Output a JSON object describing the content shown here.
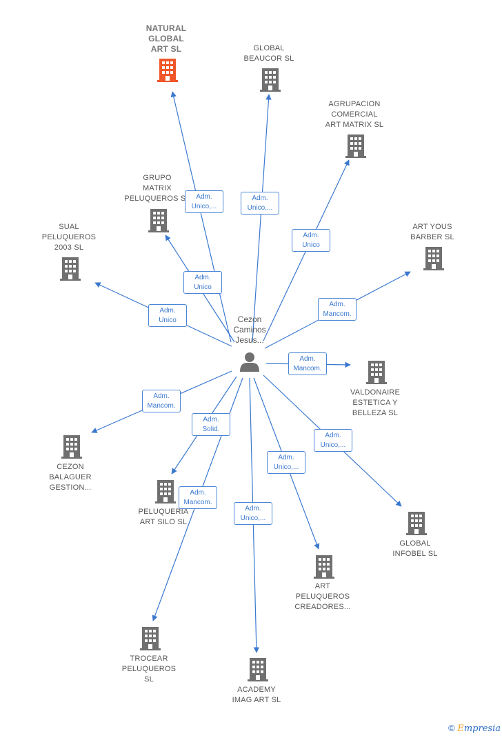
{
  "colors": {
    "edge": "#3a78cf",
    "company": "#707070",
    "main_company": "#f0572a",
    "person": "#707070"
  },
  "center": {
    "name": "Cezon\nCaminos\nJesus...",
    "icon": "person-icon"
  },
  "nodes": [
    {
      "id": "natural-global",
      "label": "NATURAL\nGLOBAL\nART  SL",
      "main": true,
      "icon": "building-icon"
    },
    {
      "id": "global-beaucor",
      "label": "GLOBAL\nBEAUCOR  SL",
      "icon": "building-icon"
    },
    {
      "id": "agrupacion",
      "label": "AGRUPACION\nCOMERCIAL\nART MATRIX SL",
      "icon": "building-icon"
    },
    {
      "id": "grupo-matrix",
      "label": "GRUPO\nMATRIX\nPELUQUEROS SL",
      "icon": "building-icon"
    },
    {
      "id": "sual",
      "label": "SUAL\nPELUQUEROS\n2003 SL",
      "icon": "building-icon"
    },
    {
      "id": "art-yous",
      "label": "ART YOUS\nBARBER  SL",
      "icon": "building-icon"
    },
    {
      "id": "valdonaire",
      "label": "VALDONAIRE\nESTETICA Y\nBELLEZA  SL",
      "icon": "building-icon"
    },
    {
      "id": "cezon-balaguer",
      "label": "CEZON\nBALAGUER\nGESTION...",
      "icon": "building-icon"
    },
    {
      "id": "peluqueria-art-silo",
      "label": "PELUQUERIA\nART SILO  SL",
      "icon": "building-icon"
    },
    {
      "id": "global-infobel",
      "label": "GLOBAL\nINFOBEL  SL",
      "icon": "building-icon"
    },
    {
      "id": "art-peluqueros",
      "label": "ART\nPELUQUEROS\nCREADORES...",
      "icon": "building-icon"
    },
    {
      "id": "trocear",
      "label": "TROCEAR\nPELUQUEROS\nSL",
      "icon": "building-icon"
    },
    {
      "id": "academy",
      "label": "ACADEMY\nIMAG ART  SL",
      "icon": "building-icon"
    }
  ],
  "roles": [
    {
      "to": "natural-global",
      "text": "Adm.\nUnico,..."
    },
    {
      "to": "global-beaucor",
      "text": "Adm.\nUnico,..."
    },
    {
      "to": "agrupacion",
      "text": "Adm.\nUnico"
    },
    {
      "to": "grupo-matrix",
      "text": "Adm.\nUnico"
    },
    {
      "to": "sual",
      "text": "Adm.\nUnico"
    },
    {
      "to": "art-yous",
      "text": "Adm.\nMancom."
    },
    {
      "to": "valdonaire",
      "text": "Adm.\nMancom."
    },
    {
      "to": "cezon-balaguer",
      "text": "Adm.\nMancom."
    },
    {
      "to": "peluqueria-art-silo",
      "text": "Adm.\nSolid."
    },
    {
      "to": "global-infobel",
      "text": "Adm.\nUnico,..."
    },
    {
      "to": "art-peluqueros",
      "text": "Adm.\nUnico,..."
    },
    {
      "to": "trocear",
      "text": "Adm.\nMancom."
    },
    {
      "to": "academy",
      "text": "Adm.\nUnico,..."
    }
  ],
  "footer": {
    "copyright": "©",
    "brand_initial": "E",
    "brand_rest": "mpresia"
  }
}
